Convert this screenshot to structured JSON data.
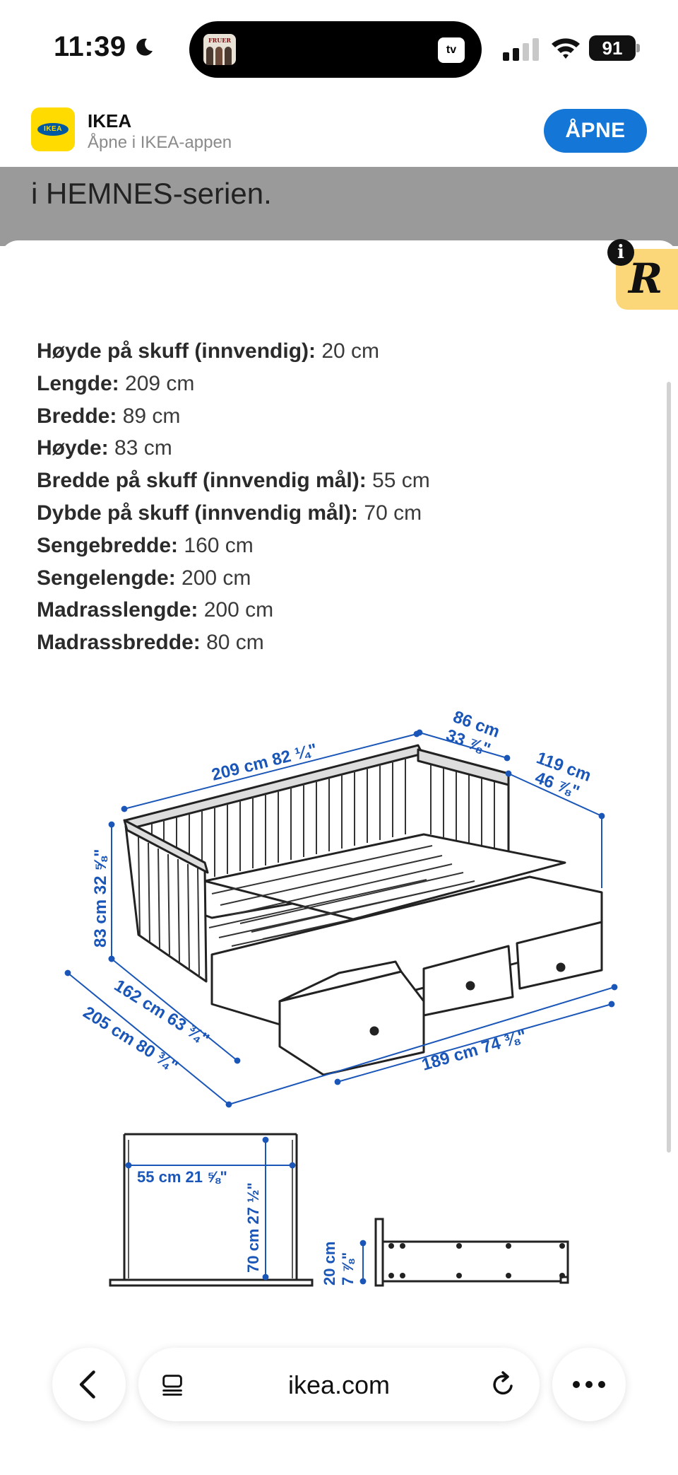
{
  "status_bar": {
    "time": "11:39",
    "battery": "91",
    "island_thumb_text": "FRUER",
    "island_app": "tv"
  },
  "banner": {
    "app_name": "IKEA",
    "logo_text": "IKEA",
    "subtitle": "Åpne i IKEA-appen",
    "open_label": "ÅPNE"
  },
  "background_page": {
    "heading_fragment": "i HEMNES-serien."
  },
  "specs": [
    {
      "label": "Høyde på skuff (innvendig):",
      "value": " 20 cm"
    },
    {
      "label": "Lengde:",
      "value": " 209 cm"
    },
    {
      "label": "Bredde:",
      "value": " 89 cm"
    },
    {
      "label": "Høyde:",
      "value": " 83 cm"
    },
    {
      "label": "Bredde på skuff (innvendig mål):",
      "value": " 55 cm"
    },
    {
      "label": "Dybde på skuff (innvendig mål):",
      "value": " 70 cm"
    },
    {
      "label": "Sengebredde:",
      "value": " 160 cm"
    },
    {
      "label": "Sengelengde:",
      "value": " 200 cm"
    },
    {
      "label": "Madrasslengde:",
      "value": " 200 cm"
    },
    {
      "label": "Madrassbredde:",
      "value": " 80 cm"
    }
  ],
  "diagram": {
    "length": "209 cm 82 ¼\"",
    "depth_top": "86 cm",
    "depth_top_in": "33 ⅞\"",
    "extended_depth": "119 cm",
    "extended_depth_in": "46 ⅞\"",
    "height": "83 cm 32 ⅝\"",
    "width_closed": "162 cm 63 ¾\"",
    "width_open": "205 cm 80 ¾\"",
    "inner_length": "189 cm 74 ⅜\"",
    "drawer_width": "55 cm 21 ⅝\"",
    "drawer_depth": "70 cm 27 ½\"",
    "drawer_height": "20 cm",
    "drawer_height_in": "7 ⅞\"",
    "dim_color": "#1a56b8"
  },
  "toolbar": {
    "domain": "ikea.com"
  }
}
